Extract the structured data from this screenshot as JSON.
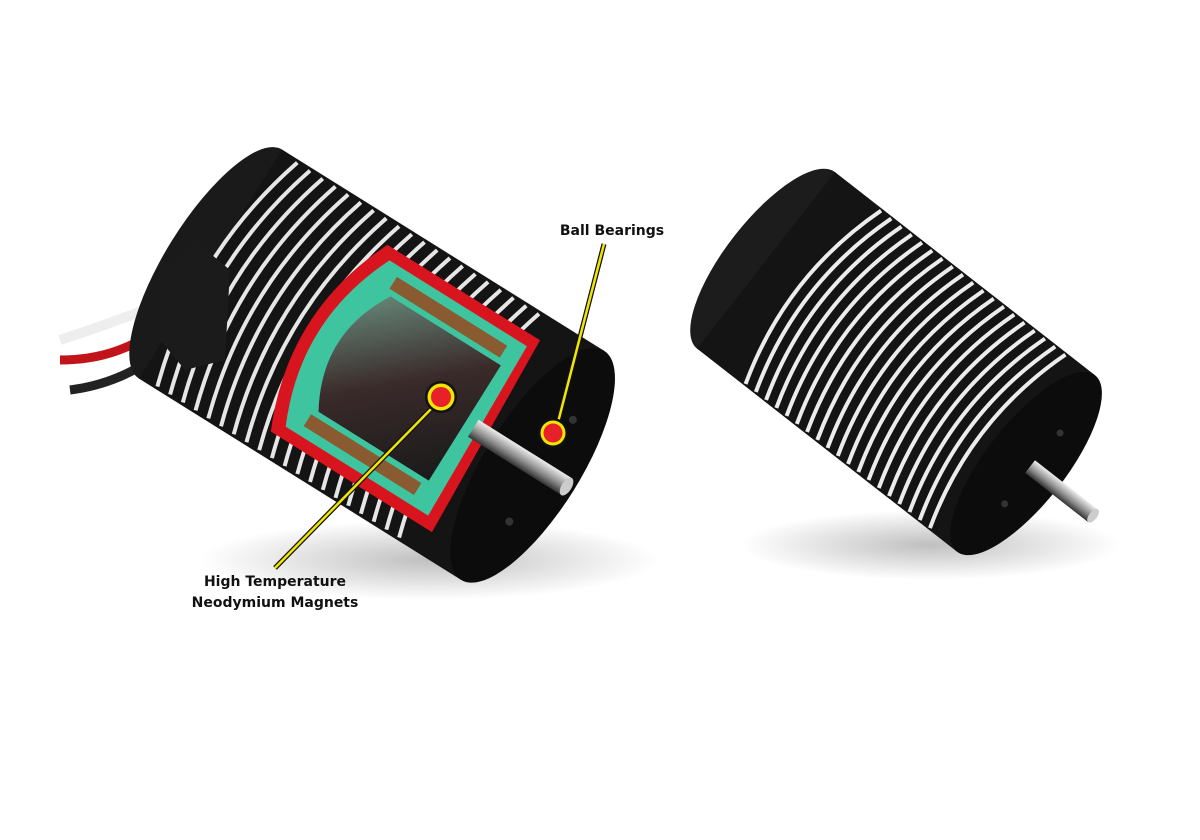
{
  "callouts": {
    "bearings": "Ball Bearings",
    "magnets_line1": "High Temperature",
    "magnets_line2": "Neodymium Magnets"
  },
  "colors": {
    "callout_line": "#f2e600",
    "callout_dot": "#e8202a",
    "cutaway_red": "#d8141e",
    "stator_green": "#3fc4a0",
    "motor_body": "#111111",
    "fin": "#e8e8e8"
  }
}
